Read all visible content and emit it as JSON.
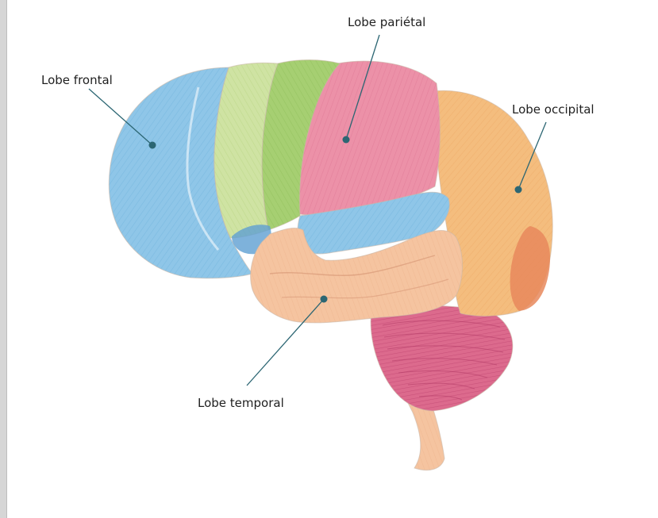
{
  "labels": {
    "frontal": "Lobe frontal",
    "parietal": "Lobe pariétal",
    "occipital": "Lobe occipital",
    "temporal": "Lobe temporal"
  },
  "colors": {
    "frontal": "#8cc4e6",
    "motor_green": "#b9d68c",
    "parietal": "#e8879f",
    "occipital": "#f2b77a",
    "temporal": "#f2be98",
    "cerebellum": "#d9587f",
    "leader": "#2c6673"
  }
}
